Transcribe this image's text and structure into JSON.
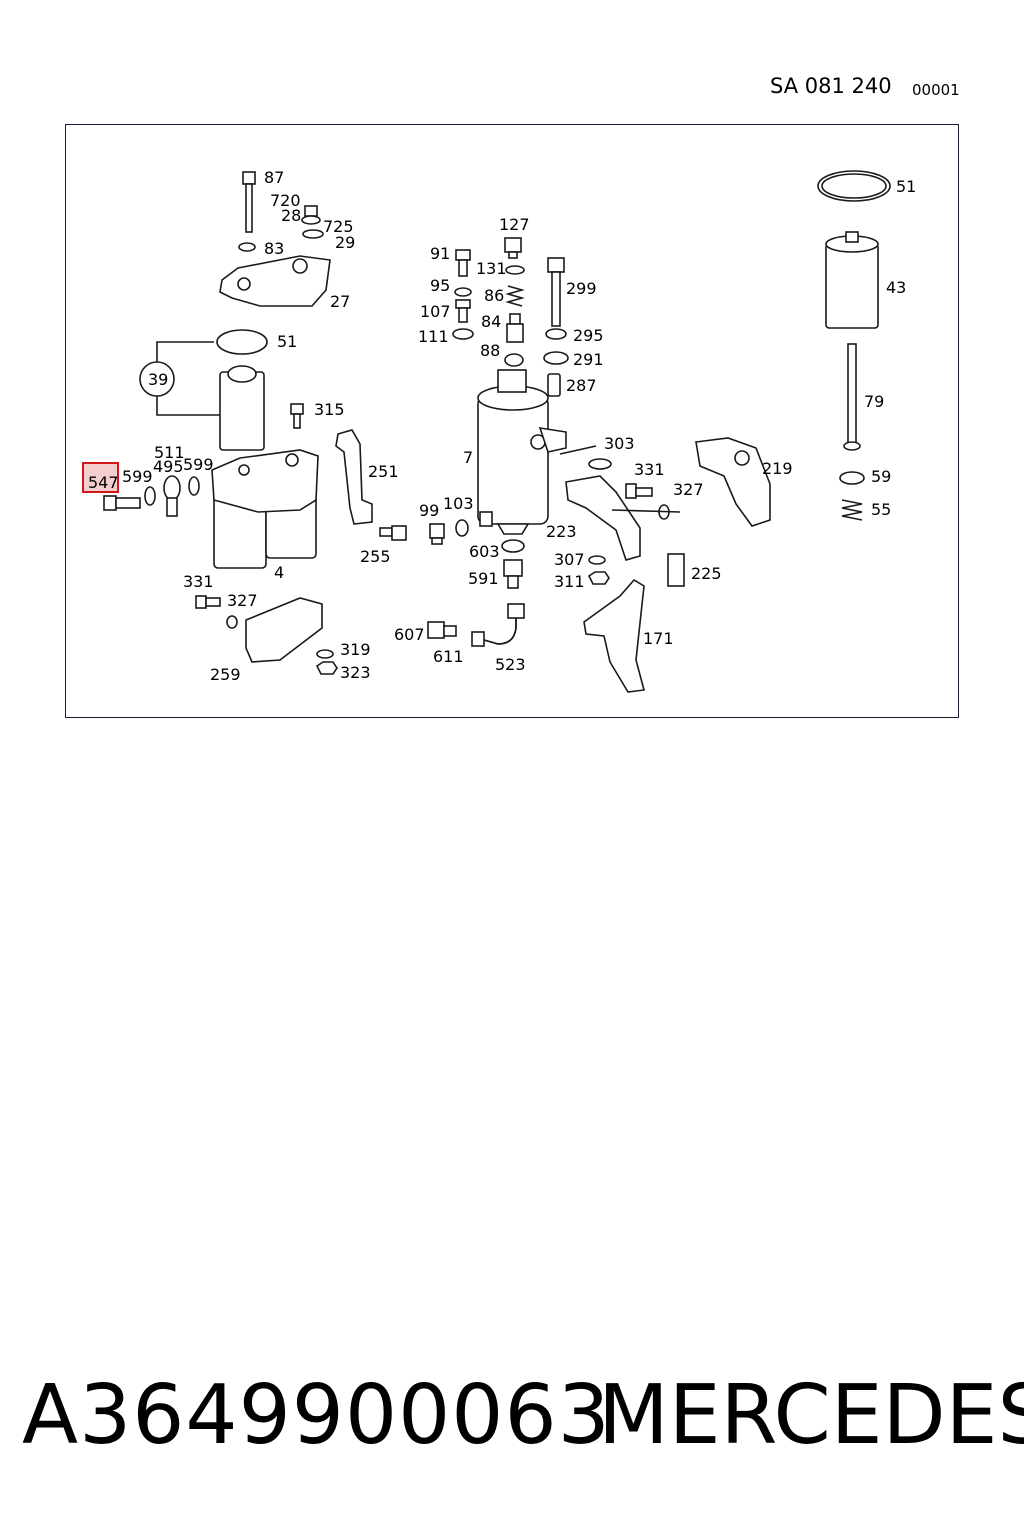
{
  "header": {
    "drawing_code": "SA 081 240",
    "sheet_number": "00001"
  },
  "diagram": {
    "highlighted_callout": "547",
    "callouts": {
      "c87": "87",
      "c720": "720",
      "c28": "28",
      "c725": "725",
      "c29": "29",
      "c83": "83",
      "c27": "27",
      "c51a": "51",
      "c39": "39",
      "c315": "315",
      "c511": "511",
      "c599a": "599",
      "c495": "495",
      "c599b": "599",
      "c547": "547",
      "c4": "4",
      "c331a": "331",
      "c327a": "327",
      "c319": "319",
      "c323": "323",
      "c259": "259",
      "c251": "251",
      "c255": "255",
      "c127": "127",
      "c91": "91",
      "c131": "131",
      "c95": "95",
      "c86": "86",
      "c107": "107",
      "c84": "84",
      "c111": "111",
      "c88": "88",
      "c299": "299",
      "c295": "295",
      "c291": "291",
      "c287": "287",
      "c7": "7",
      "c303": "303",
      "c99": "99",
      "c103": "103",
      "c603": "603",
      "c591": "591",
      "c607": "607",
      "c611": "611",
      "c523": "523",
      "c223": "223",
      "c331b": "331",
      "c327b": "327",
      "c307": "307",
      "c311": "311",
      "c225": "225",
      "c219": "219",
      "c171": "171",
      "c51b": "51",
      "c43": "43",
      "c79": "79",
      "c59": "59",
      "c55": "55"
    }
  },
  "footer": {
    "part_number": "A3649900063",
    "brand": "MERCEDES"
  }
}
